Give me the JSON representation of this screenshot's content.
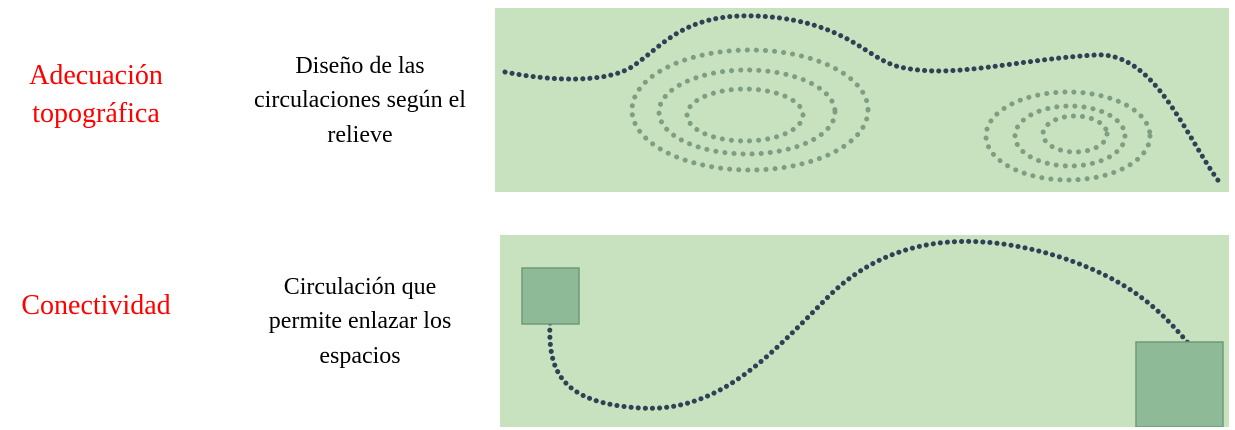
{
  "rows": [
    {
      "term": "Adecuación\ntopográfica",
      "description": "Diseño de las\ncirculaciones según el\nrelieve"
    },
    {
      "term": "Conectividad",
      "description": "Circulación que\npermite enlazar los\nespacios"
    }
  ],
  "colors": {
    "term_text": "#ff0000",
    "panel_background": "#c8e2c0",
    "path_dots": "#2d4254",
    "contour_dots": "#7e9e82",
    "space_fill": "#8fba97",
    "space_border": "#6f9a78"
  }
}
